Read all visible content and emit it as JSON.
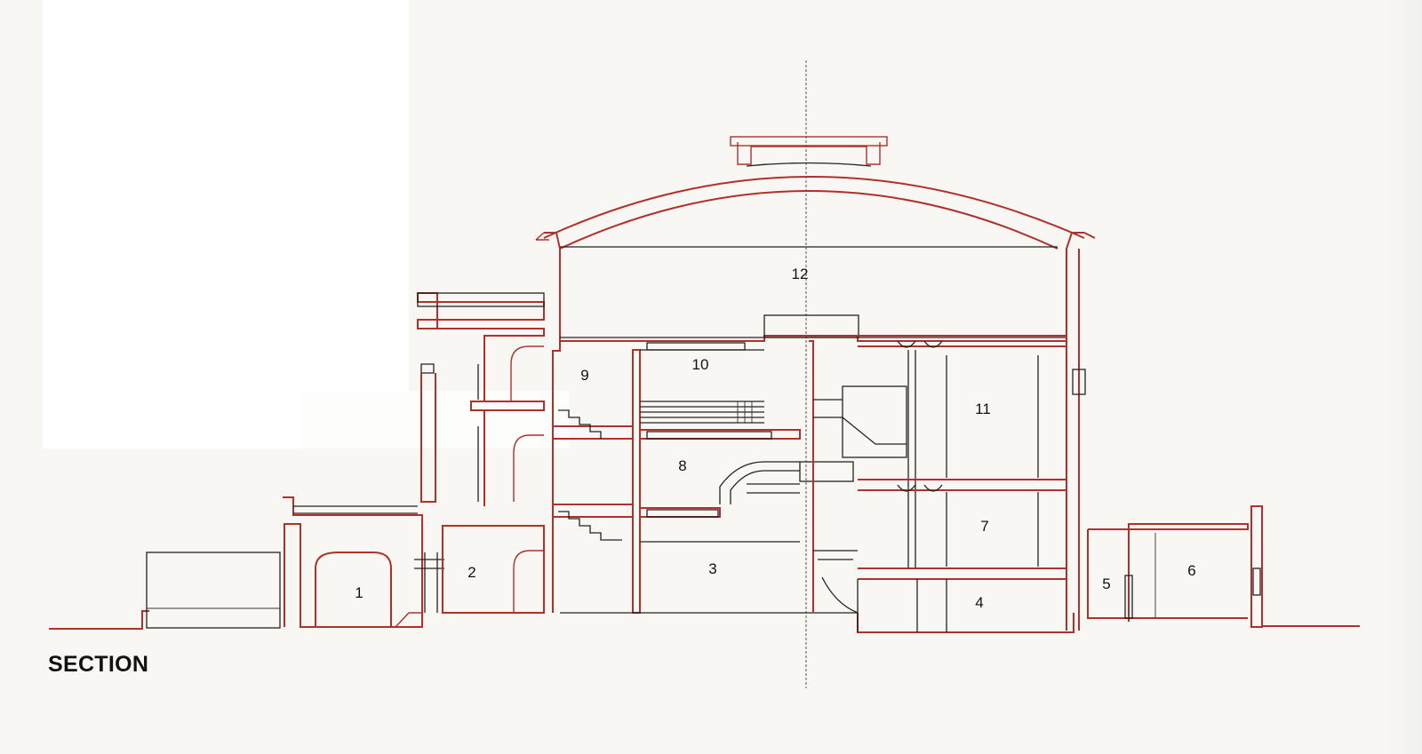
{
  "drawing": {
    "title": "SECTION"
  },
  "rooms": [
    {
      "id": "room-1",
      "label": "1"
    },
    {
      "id": "room-2",
      "label": "2"
    },
    {
      "id": "room-3",
      "label": "3"
    },
    {
      "id": "room-4",
      "label": "4"
    },
    {
      "id": "room-5",
      "label": "5"
    },
    {
      "id": "room-6",
      "label": "6"
    },
    {
      "id": "room-7",
      "label": "7"
    },
    {
      "id": "room-8",
      "label": "8"
    },
    {
      "id": "room-9",
      "label": "9"
    },
    {
      "id": "room-10",
      "label": "10"
    },
    {
      "id": "room-11",
      "label": "11"
    },
    {
      "id": "room-12",
      "label": "12"
    }
  ],
  "colors": {
    "cut_line": "#b0302a",
    "projection_line": "#222222",
    "paper": "#f8f7f4"
  }
}
